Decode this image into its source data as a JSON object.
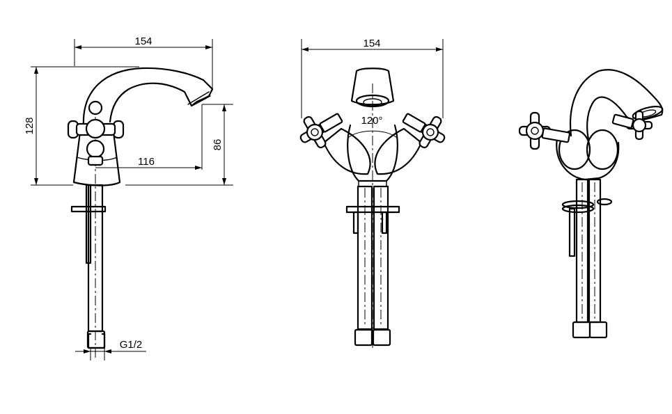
{
  "dimensions": {
    "top_width_side": "154",
    "top_width_front": "154",
    "height_total": "128",
    "spout_height": "86",
    "spout_reach": "116",
    "thread": "G1/2",
    "rotation_angle": "120°"
  }
}
